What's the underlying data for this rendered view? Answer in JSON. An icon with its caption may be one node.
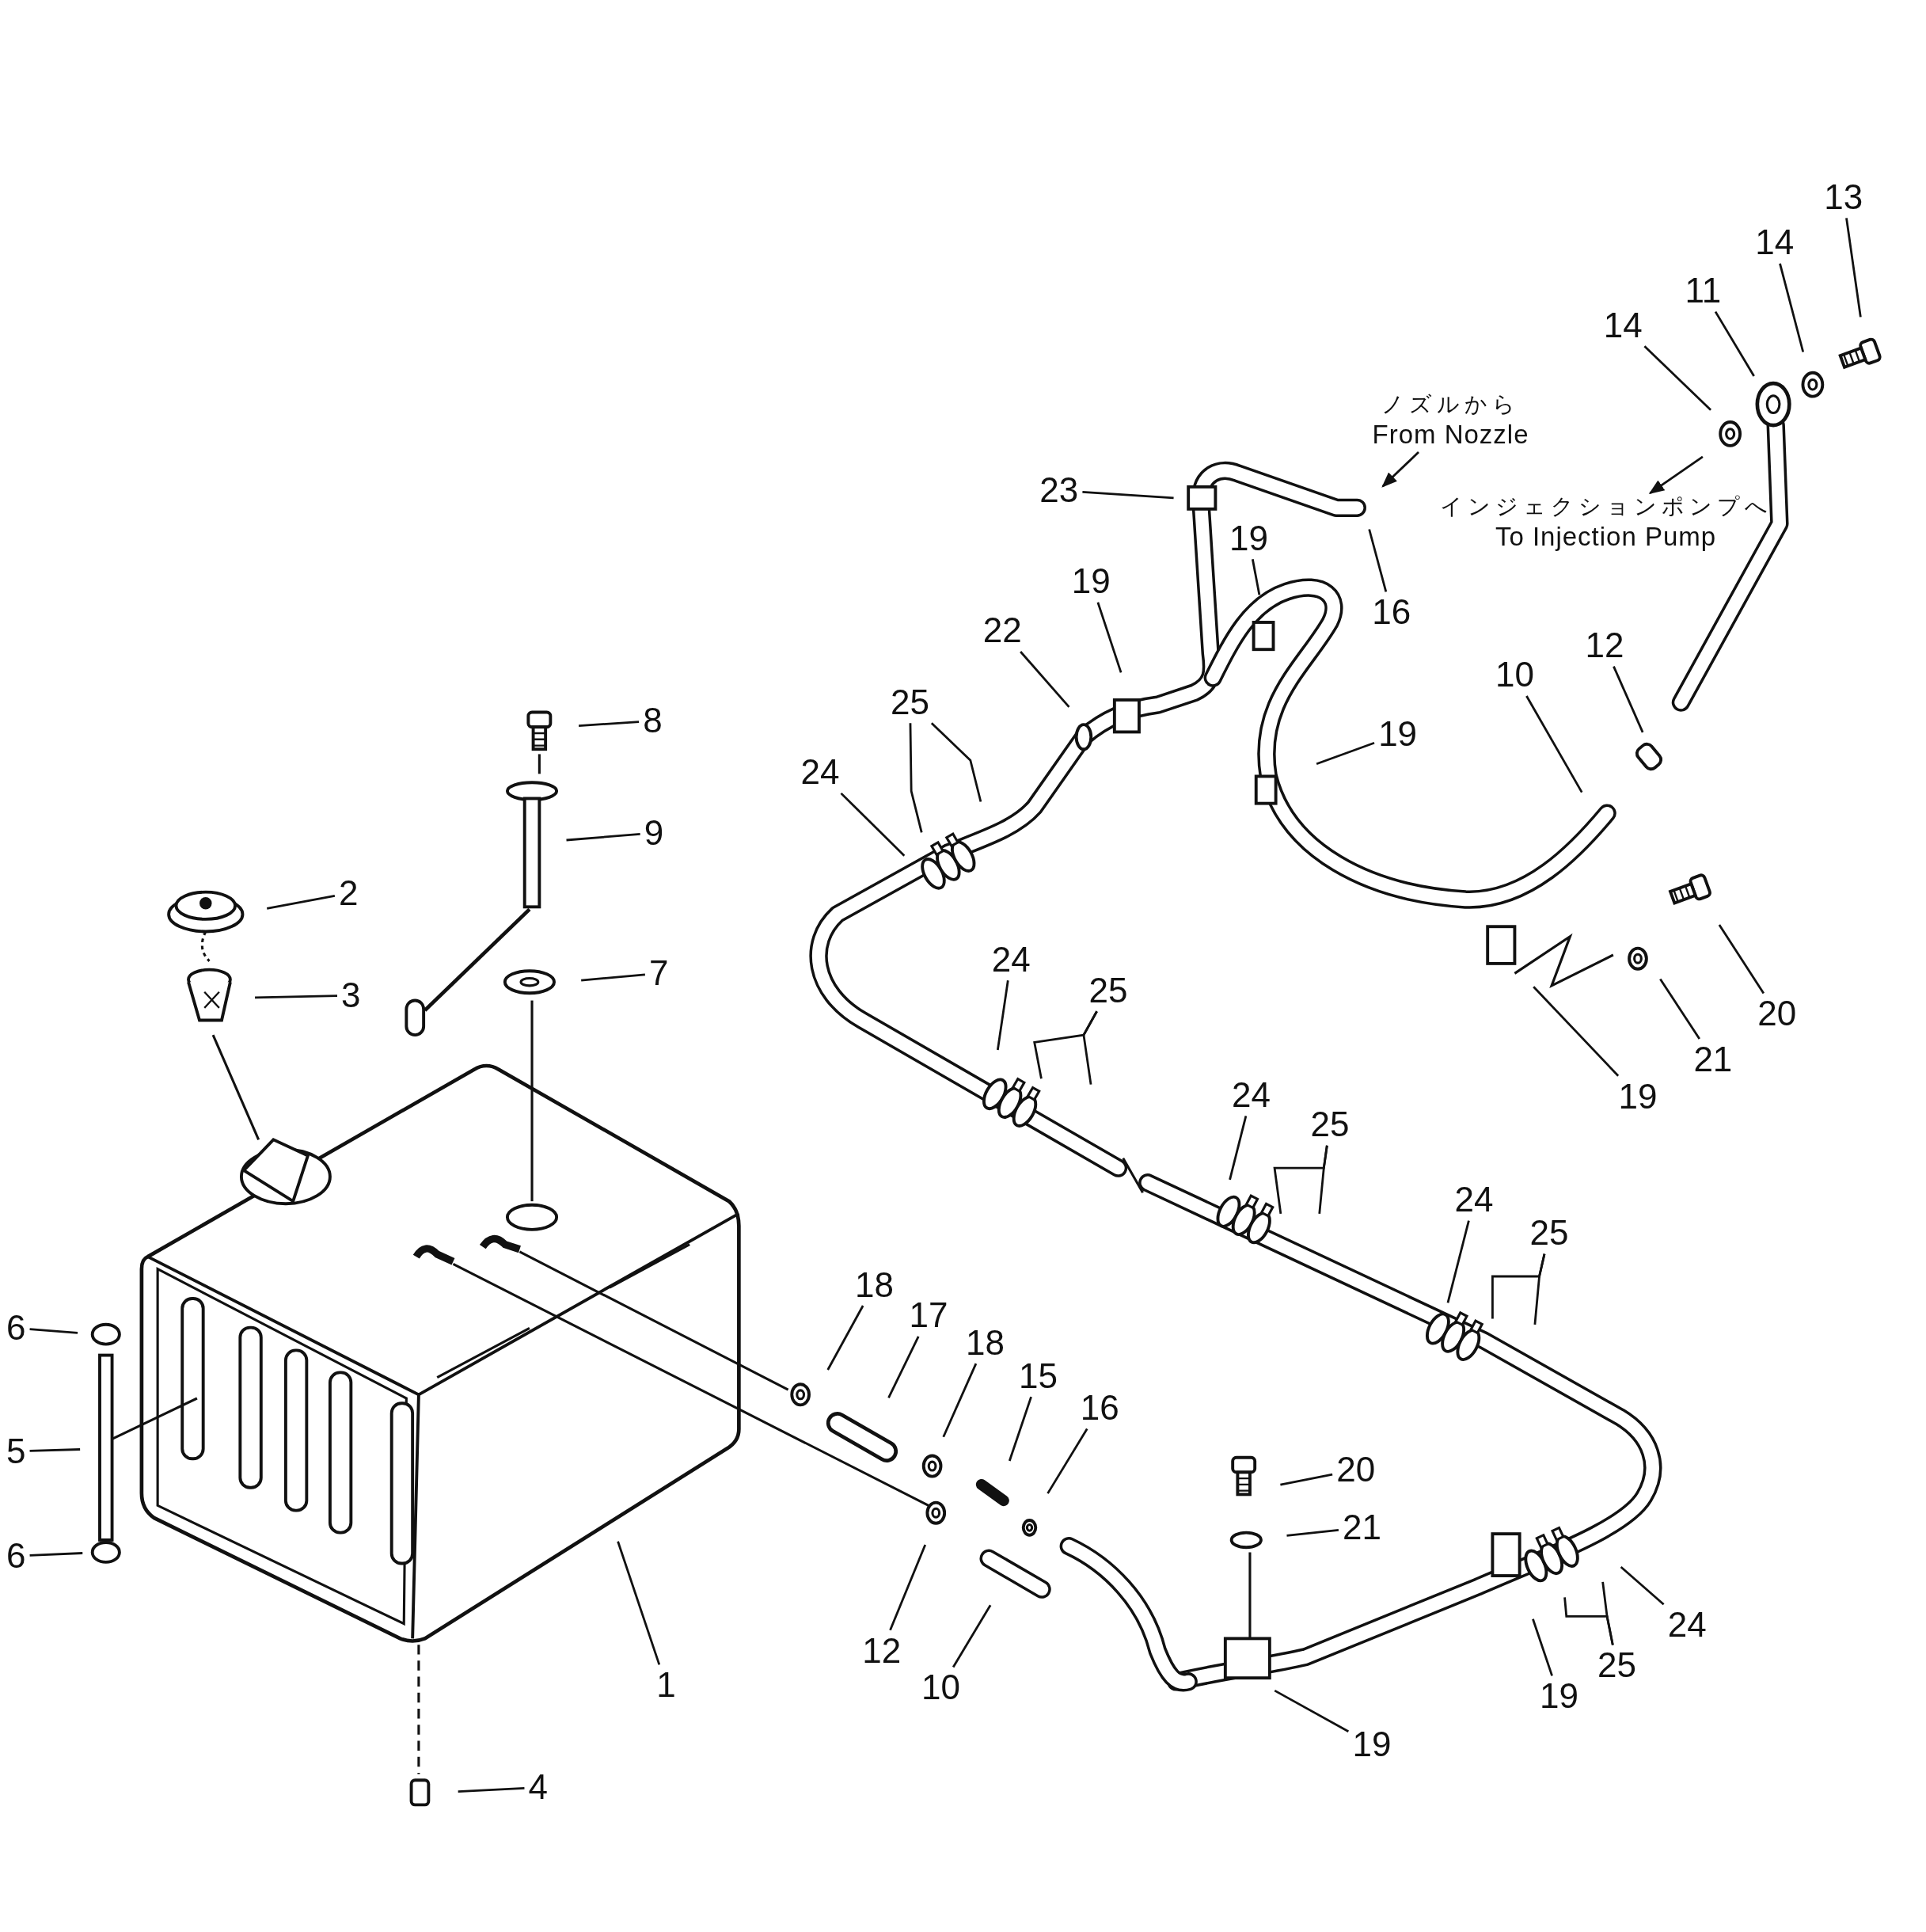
{
  "diagram": {
    "nodes": [
      {
        "text": [
          "13"
        ]
      },
      {
        "text": [
          "14"
        ]
      },
      {
        "text": [
          "11"
        ]
      },
      {
        "text": [
          "14"
        ]
      },
      {
        "text": [
          "ノズルから",
          "From Nozzle"
        ]
      },
      {
        "text": [
          "23"
        ]
      },
      {
        "text": [
          "インジェクションポンプへ",
          "To Injection Pump"
        ]
      },
      {
        "text": [
          "19"
        ]
      },
      {
        "text": [
          "19"
        ]
      },
      {
        "text": [
          "16"
        ]
      },
      {
        "text": [
          "22"
        ]
      },
      {
        "text": [
          "12"
        ]
      },
      {
        "text": [
          "10"
        ]
      },
      {
        "text": [
          "25"
        ]
      },
      {
        "text": [
          "8"
        ]
      },
      {
        "text": [
          "19"
        ]
      },
      {
        "text": [
          "24"
        ]
      },
      {
        "text": [
          "9"
        ]
      },
      {
        "text": [
          "2"
        ]
      },
      {
        "text": [
          "24"
        ]
      },
      {
        "text": [
          "25"
        ]
      },
      {
        "text": [
          "7"
        ]
      },
      {
        "text": [
          "3"
        ]
      },
      {
        "text": [
          "20"
        ]
      },
      {
        "text": [
          "21"
        ]
      },
      {
        "text": [
          "24"
        ]
      },
      {
        "text": [
          "19"
        ]
      },
      {
        "text": [
          "25"
        ]
      },
      {
        "text": [
          "24"
        ]
      },
      {
        "text": [
          "25"
        ]
      },
      {
        "text": [
          "18"
        ]
      },
      {
        "text": [
          "17"
        ]
      },
      {
        "text": [
          "6"
        ]
      },
      {
        "text": [
          "18"
        ]
      },
      {
        "text": [
          "15"
        ]
      },
      {
        "text": [
          "16"
        ]
      },
      {
        "text": [
          "5"
        ]
      },
      {
        "text": [
          "20"
        ]
      },
      {
        "text": [
          "21"
        ]
      },
      {
        "text": [
          "6"
        ]
      },
      {
        "text": [
          "24"
        ]
      },
      {
        "text": [
          "12"
        ]
      },
      {
        "text": [
          "25"
        ]
      },
      {
        "text": [
          "1"
        ]
      },
      {
        "text": [
          "10"
        ]
      },
      {
        "text": [
          "19"
        ]
      },
      {
        "text": [
          "19"
        ]
      },
      {
        "text": [
          "4"
        ]
      }
    ],
    "edges": [
      {
        "from": 0,
        "to": null,
        "arrow": "none"
      },
      {
        "from": 1,
        "to": null,
        "arrow": "none"
      },
      {
        "from": 2,
        "to": null,
        "arrow": "none"
      },
      {
        "from": 3,
        "to": null,
        "arrow": "none"
      },
      {
        "from": 4,
        "to": null,
        "arrow": "to"
      },
      {
        "from": 5,
        "to": null,
        "arrow": "none"
      },
      {
        "from": null,
        "to": 6,
        "arrow": "to"
      },
      {
        "from": 7,
        "to": null,
        "arrow": "none"
      },
      {
        "from": 8,
        "to": null,
        "arrow": "none"
      },
      {
        "from": 9,
        "to": null,
        "arrow": "none"
      },
      {
        "from": 10,
        "to": null,
        "arrow": "none"
      },
      {
        "from": 11,
        "to": null,
        "arrow": "none"
      },
      {
        "from": 12,
        "to": null,
        "arrow": "none"
      },
      {
        "from": 13,
        "to": null,
        "arrow": "none"
      },
      {
        "from": 13,
        "to": null,
        "arrow": "none"
      },
      {
        "from": 14,
        "to": null,
        "arrow": "none"
      },
      {
        "from": 15,
        "to": null,
        "arrow": "none"
      },
      {
        "from": 16,
        "to": null,
        "arrow": "none"
      },
      {
        "from": 17,
        "to": null,
        "arrow": "none"
      },
      {
        "from": 18,
        "to": null,
        "arrow": "none"
      },
      {
        "from": 19,
        "to": null,
        "arrow": "none"
      },
      {
        "from": 20,
        "to": null,
        "arrow": "none"
      },
      {
        "from": 20,
        "to": null,
        "arrow": "none"
      },
      {
        "from": 21,
        "to": null,
        "arrow": "none"
      },
      {
        "from": 22,
        "to": null,
        "arrow": "none"
      },
      {
        "from": 23,
        "to": null,
        "arrow": "none"
      },
      {
        "from": 24,
        "to": null,
        "arrow": "none"
      },
      {
        "from": 25,
        "to": null,
        "arrow": "none"
      },
      {
        "from": 26,
        "to": null,
        "arrow": "none"
      },
      {
        "from": 27,
        "to": null,
        "arrow": "none"
      },
      {
        "from": 27,
        "to": null,
        "arrow": "none"
      },
      {
        "from": 28,
        "to": null,
        "arrow": "none"
      },
      {
        "from": 29,
        "to": null,
        "arrow": "none"
      },
      {
        "from": 29,
        "to": null,
        "arrow": "none"
      },
      {
        "from": 30,
        "to": null,
        "arrow": "none"
      },
      {
        "from": 31,
        "to": null,
        "arrow": "none"
      },
      {
        "from": 32,
        "to": null,
        "arrow": "none"
      },
      {
        "from": 33,
        "to": null,
        "arrow": "none"
      },
      {
        "from": 34,
        "to": null,
        "arrow": "none"
      },
      {
        "from": 35,
        "to": null,
        "arrow": "none"
      },
      {
        "from": 36,
        "to": null,
        "arrow": "none"
      },
      {
        "from": 37,
        "to": null,
        "arrow": "none"
      },
      {
        "from": 38,
        "to": null,
        "arrow": "none"
      },
      {
        "from": 39,
        "to": null,
        "arrow": "none"
      },
      {
        "from": 40,
        "to": null,
        "arrow": "none"
      },
      {
        "from": 41,
        "to": null,
        "arrow": "none"
      },
      {
        "from": 42,
        "to": null,
        "arrow": "none"
      },
      {
        "from": 42,
        "to": null,
        "arrow": "none"
      },
      {
        "from": 43,
        "to": null,
        "arrow": "none"
      },
      {
        "from": 44,
        "to": null,
        "arrow": "none"
      },
      {
        "from": 45,
        "to": null,
        "arrow": "none"
      },
      {
        "from": 46,
        "to": null,
        "arrow": "none"
      },
      {
        "from": 47,
        "to": null,
        "arrow": "none"
      }
    ]
  }
}
